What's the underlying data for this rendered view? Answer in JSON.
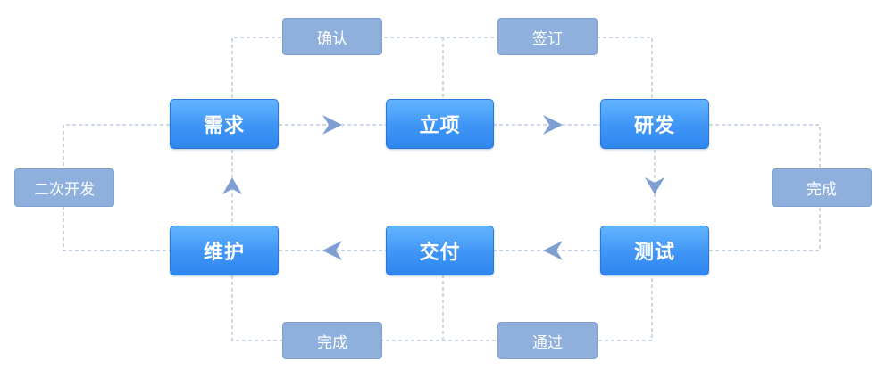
{
  "stages": {
    "requirements": "需求",
    "project": "立项",
    "development": "研发",
    "testing": "测试",
    "delivery": "交付",
    "maintenance": "维护"
  },
  "tags": {
    "confirm": "确认",
    "sign": "签订",
    "finish_dev": "完成",
    "pass": "通过",
    "finish_delivery": "完成",
    "redevelop": "二次开发"
  },
  "colors": {
    "stage_fill": "#3f95f6",
    "tag_fill": "#8fb0dc",
    "connector": "#8aa2c8",
    "arrow": "#7f9fd2"
  }
}
